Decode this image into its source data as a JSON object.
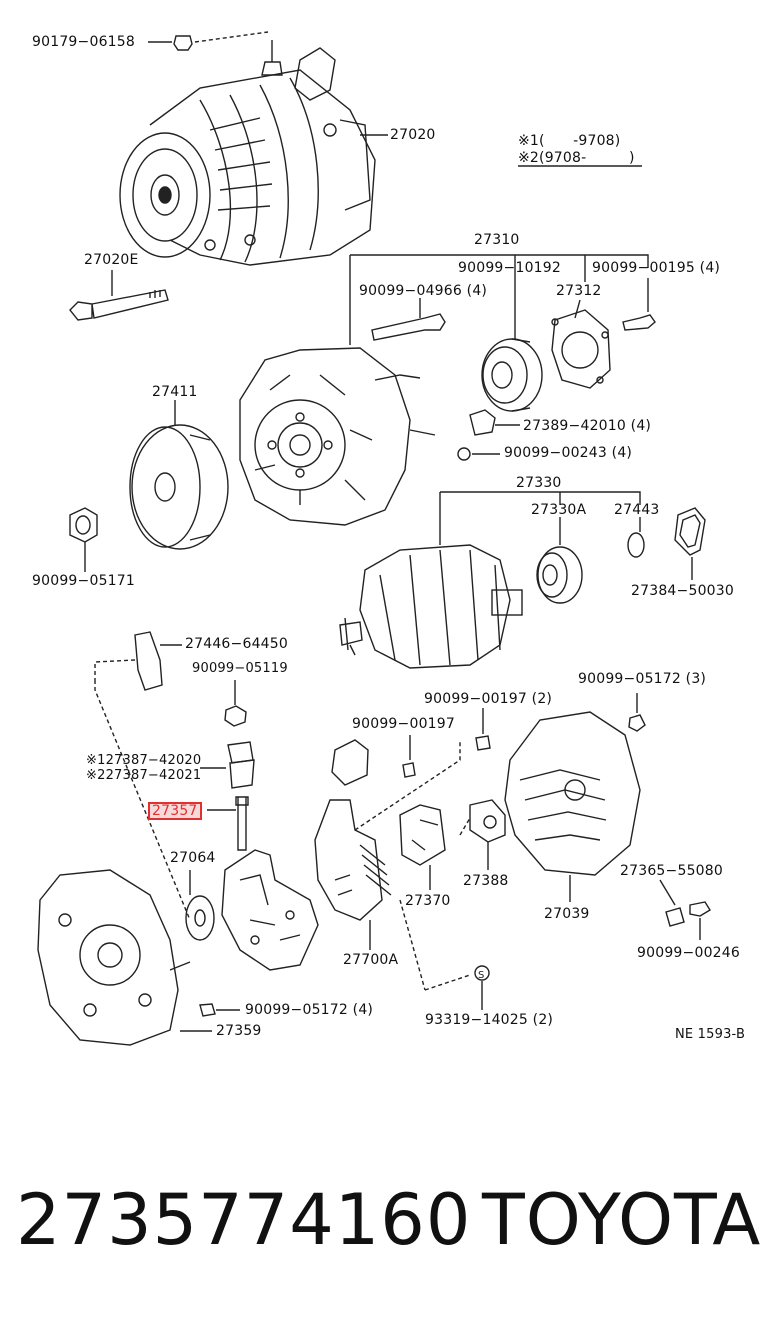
{
  "labels": {
    "p90179_06158": "90179−06158",
    "p27020": "27020",
    "legend_1": "※1(　　-9708)",
    "legend_2": "※2(9708-　　　)",
    "p27020E": "27020E",
    "p27310": "27310",
    "p90099_10192": "90099−10192",
    "p90099_00195": "90099−00195 (4)",
    "p90099_04966": "90099−04966 (4)",
    "p27312": "27312",
    "p27411": "27411",
    "p27389_42010": "27389−42010 (4)",
    "p90099_00243": "90099−00243 (4)",
    "p27330": "27330",
    "p27330A": "27330A",
    "p27443": "27443",
    "p90099_05171": "90099−05171",
    "p27384_50030": "27384−50030",
    "p27446_64450": "27446−64450",
    "p90099_05119": "90099−05119",
    "p90099_05172_3": "90099−05172 (3)",
    "p90099_00197_2": "90099−00197 (2)",
    "p90099_00197": "90099−00197",
    "p27387_42020": "※127387−42020",
    "p27387_42021": "※227387−42021",
    "p27357": "27357",
    "p27064": "27064",
    "p27370": "27370",
    "p27388": "27388",
    "p27039": "27039",
    "p27365_55080": "27365−55080",
    "p27700A": "27700A",
    "p90099_00246": "90099−00246",
    "p90099_05172_4": "90099−05172 (4)",
    "p93319_14025": "93319−14025 (2)",
    "p27359": "27359",
    "ref_code": "NE 1593-B"
  },
  "footer": {
    "part_number": "2735774160",
    "brand": "TOYOTA"
  },
  "colors": {
    "highlight_border": "#e0302f",
    "highlight_fill": "#f7d9d9"
  }
}
